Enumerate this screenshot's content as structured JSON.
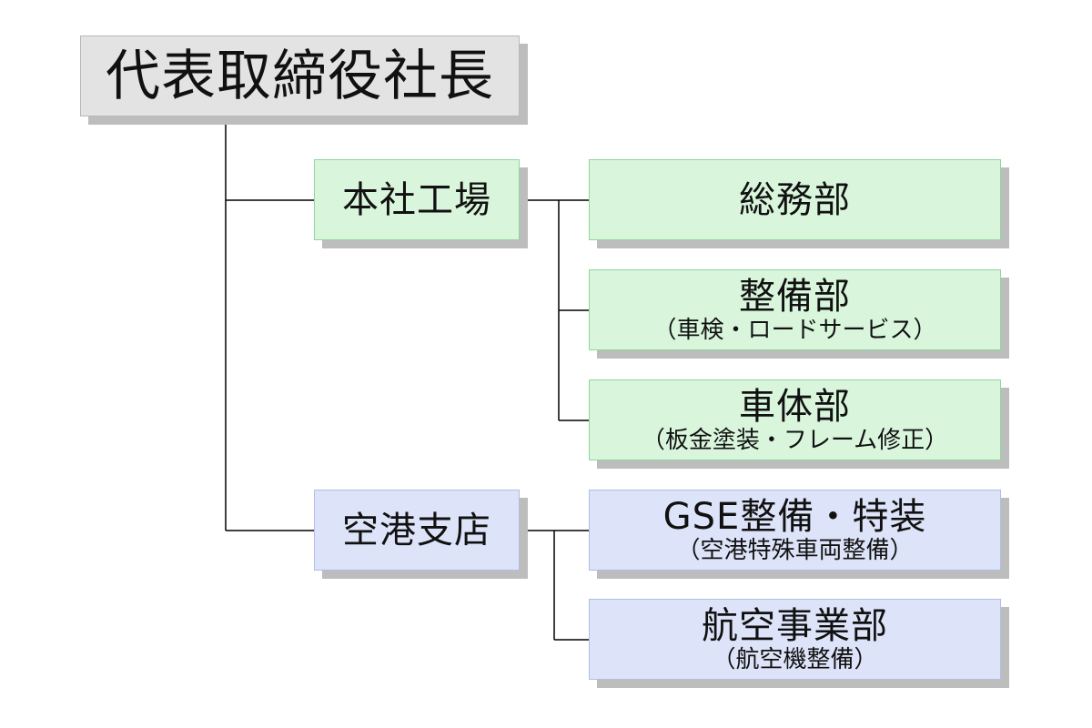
{
  "ceo": {
    "label": "代表取締役社長"
  },
  "branches": [
    {
      "label": "本社工場",
      "departments": [
        {
          "name": "総務部",
          "sub": ""
        },
        {
          "name": "整備部",
          "sub": "（車検・ロードサービス）"
        },
        {
          "name": "車体部",
          "sub": "（板金塗装・フレーム修正）"
        }
      ]
    },
    {
      "label": "空港支店",
      "departments": [
        {
          "name": "GSE整備・特装",
          "sub": "（空港特殊車両整備）"
        },
        {
          "name": "航空事業部",
          "sub": "（航空機整備）"
        }
      ]
    }
  ],
  "colors": {
    "ceo_fill": "#e3e3e3",
    "headquarters_fill": "#d9f6dd",
    "airport_fill": "#dde3f8",
    "shadow": "#bdbdbd",
    "line": "#000000"
  }
}
